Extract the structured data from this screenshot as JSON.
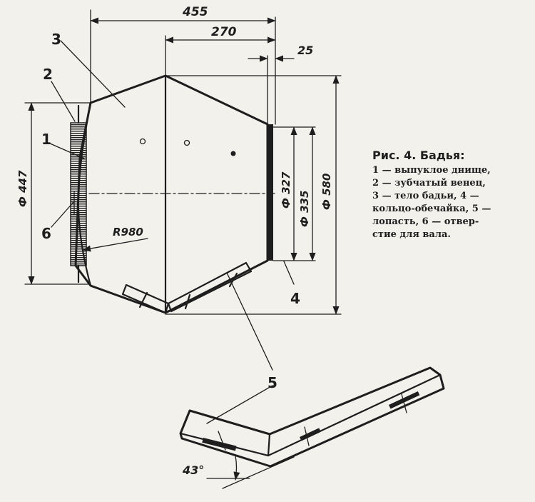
{
  "caption": {
    "title": "Рис. 4. Бадья:",
    "lines": [
      "1 — выпуклое днище,",
      "2 — зубчатый венец,",
      "3 — тело бадьи, 4 —",
      "кольцо-обечайка, 5 —",
      "лопасть, 6 — отвер-",
      "стие для вала."
    ]
  },
  "dimensions": {
    "overall_length": "455",
    "rear_length": "270",
    "ring_width": "25",
    "dia_gear": "Ф 447",
    "dia_opening_inner": "Ф 327",
    "dia_opening_outer": "Ф 335",
    "dia_max": "Ф 580",
    "bottom_radius": "R980",
    "blade_angle": "43°"
  },
  "callouts": {
    "bottom": "1",
    "gear_ring": "2",
    "body": "3",
    "ring": "4",
    "blade": "5",
    "shaft_hole": "6"
  }
}
